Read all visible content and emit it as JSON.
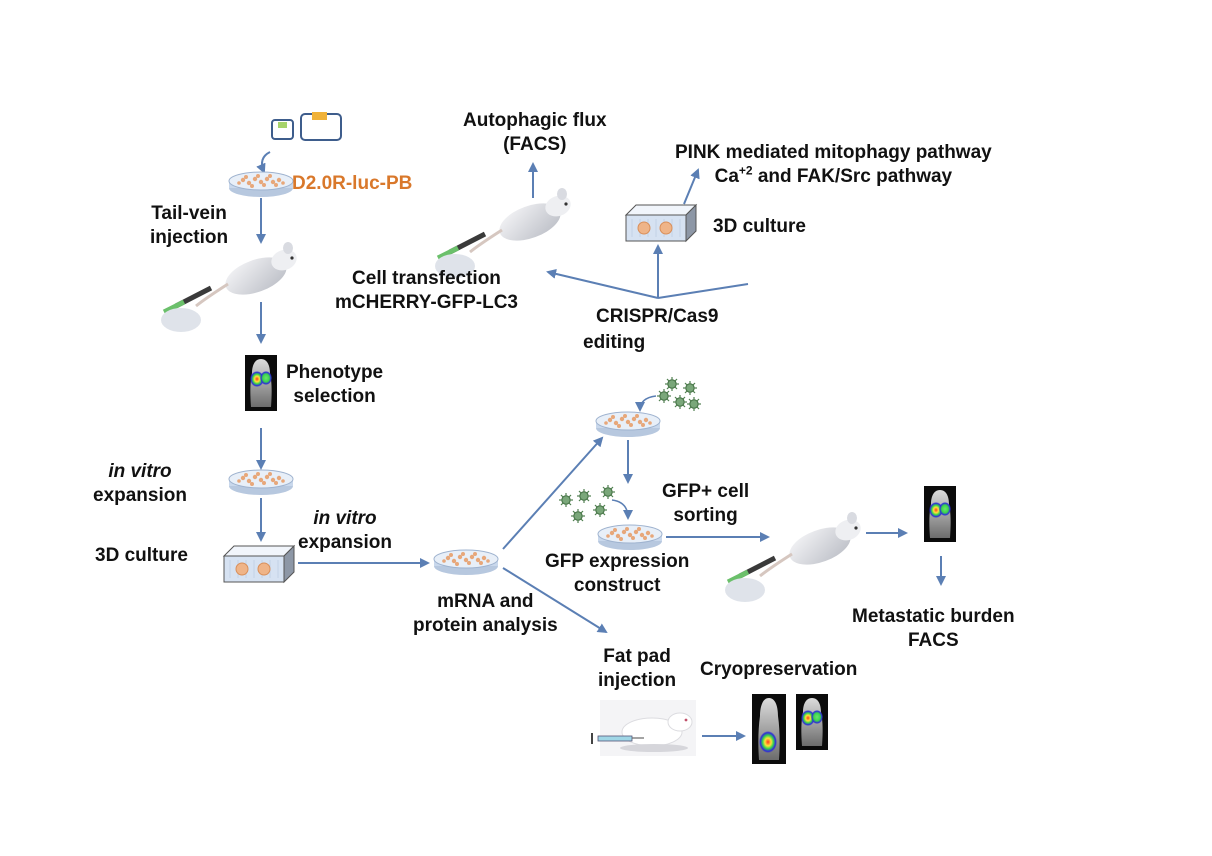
{
  "colors": {
    "arrow": "#5b7fb4",
    "accent": "#d9782b",
    "text": "#111111",
    "dish": "#c9d8ec",
    "cells": "#e7a77a",
    "signal_hot": "#ff3b1e",
    "signal_mid": "#3bd64b",
    "signal_cold": "#2d2ad9"
  },
  "icons": [
    "plasmid-icon",
    "petri-dish-icon",
    "mouse-injection-icon",
    "bioluminescence-image-icon",
    "culture-block-icon",
    "virus-particle-icon",
    "syringe-mouse-photo-icon"
  ],
  "labels": {
    "construct": "D2.0R-luc-PB",
    "tail_vein_1": "Tail-vein",
    "tail_vein_2": "injection",
    "phenotype_1": "Phenotype",
    "phenotype_2": "selection",
    "in_vitro_1a": "in vitro",
    "in_vitro_1b": "expansion",
    "culture3d_left": "3D culture",
    "in_vitro_2a": "in vitro",
    "in_vitro_2b": "expansion",
    "mrna_1": "mRNA and",
    "mrna_2": "protein analysis",
    "autophagic_1": "Autophagic flux",
    "autophagic_2": "(FACS)",
    "pink": "PINK mediated mitophagy pathway",
    "ca_prefix": "Ca",
    "ca_sup": "+2",
    "ca_rest": " and FAK/Src pathway",
    "culture3d_top": "3D culture",
    "transfection_1": "Cell transfection",
    "transfection_2": "mCHERRY-GFP-LC3",
    "crispr_1": "CRISPR/Cas9",
    "crispr_2": "editing",
    "gfp_sort_1": "GFP+ cell",
    "gfp_sort_2": "sorting",
    "gfp_construct_1": "GFP expression",
    "gfp_construct_2": "construct",
    "metastatic_1": "Metastatic burden",
    "metastatic_2": "FACS",
    "fatpad_1": "Fat pad",
    "fatpad_2": "injection",
    "cryo": "Cryopreservation"
  }
}
